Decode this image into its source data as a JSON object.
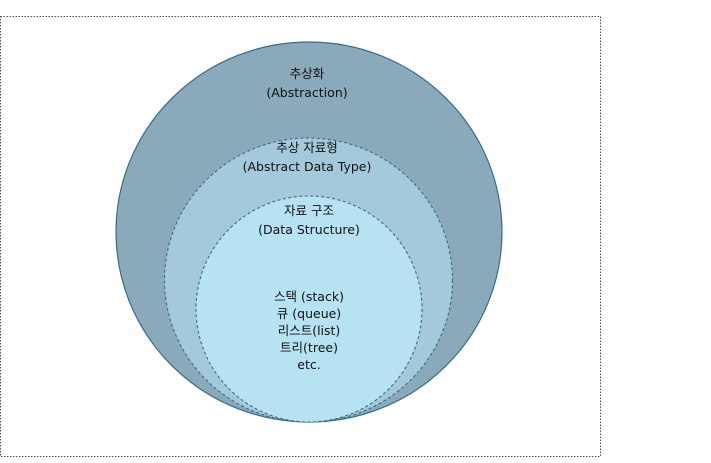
{
  "outer": {
    "title": "추상화",
    "subtitle": "(Abstraction)",
    "color": "#8aaabc",
    "stroke": "#3a6b86"
  },
  "middle": {
    "title": "추상 자료형",
    "subtitle": "(Abstract Data Type)",
    "color": "#a4c9db",
    "stroke": "#3a6b86"
  },
  "inner": {
    "title": "자료 구조",
    "subtitle": "(Data Structure)",
    "color": "#b6e2f2",
    "stroke": "#3a6b86"
  },
  "examples": [
    "스택 (stack)",
    "큐 (queue)",
    "리스트(list)",
    "트리(tree)",
    "etc."
  ]
}
